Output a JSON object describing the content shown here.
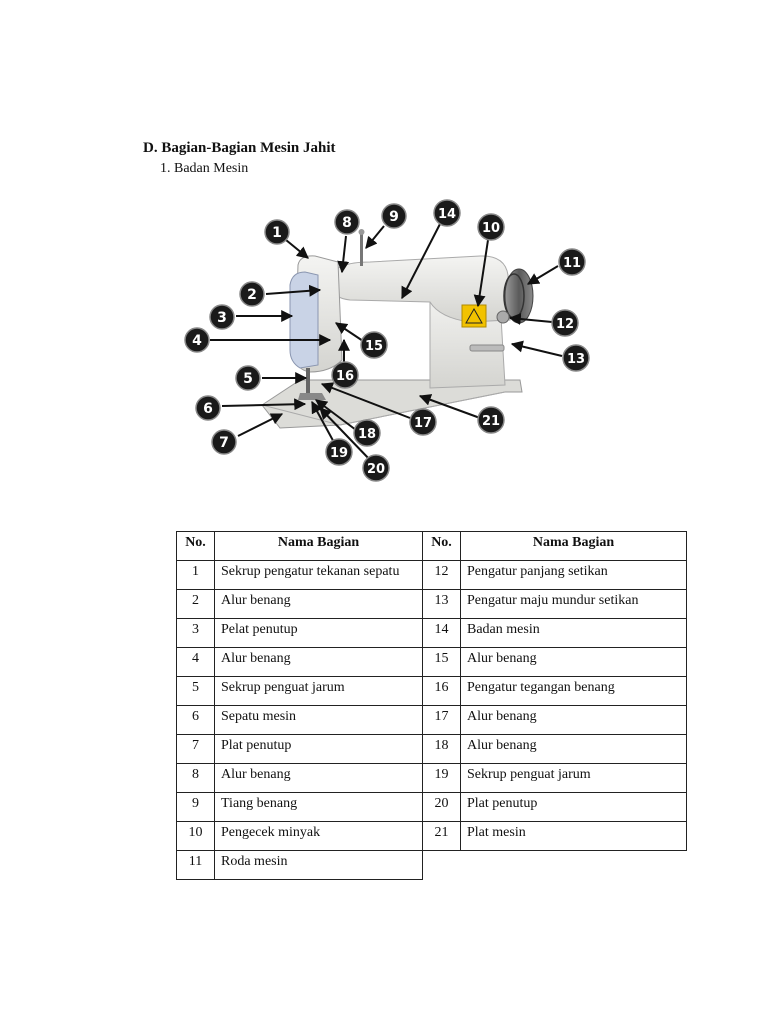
{
  "heading": "D. Bagian-Bagian Mesin Jahit",
  "subheading": "1.  Badan Mesin",
  "diagram": {
    "callouts": [
      "1",
      "2",
      "3",
      "4",
      "5",
      "6",
      "7",
      "8",
      "9",
      "10",
      "11",
      "12",
      "13",
      "14",
      "15",
      "16",
      "17",
      "18",
      "19",
      "20",
      "21"
    ]
  },
  "table": {
    "headers": {
      "no": "No.",
      "name": "Nama Bagian",
      "no2": "No.",
      "name2": "Nama Bagian"
    },
    "left": [
      {
        "no": "1",
        "name": "Sekrup pengatur tekanan sepatu"
      },
      {
        "no": "2",
        "name": "Alur benang"
      },
      {
        "no": "3",
        "name": "Pelat penutup"
      },
      {
        "no": "4",
        "name": "Alur benang"
      },
      {
        "no": "5",
        "name": "Sekrup penguat jarum"
      },
      {
        "no": "6",
        "name": "Sepatu mesin"
      },
      {
        "no": "7",
        "name": "Plat penutup"
      },
      {
        "no": "8",
        "name": "Alur benang"
      },
      {
        "no": "9",
        "name": "Tiang benang"
      },
      {
        "no": "10",
        "name": "Pengecek minyak"
      },
      {
        "no": "11",
        "name": "Roda mesin"
      }
    ],
    "right": [
      {
        "no": "12",
        "name": "Pengatur panjang setikan"
      },
      {
        "no": "13",
        "name": "Pengatur maju mundur setikan"
      },
      {
        "no": "14",
        "name": "Badan mesin"
      },
      {
        "no": "15",
        "name": "Alur benang"
      },
      {
        "no": "16",
        "name": "Pengatur tegangan benang"
      },
      {
        "no": "17",
        "name": "Alur benang"
      },
      {
        "no": "18",
        "name": "Alur benang"
      },
      {
        "no": "19",
        "name": "Sekrup penguat jarum"
      },
      {
        "no": "20",
        "name": "Plat penutup"
      },
      {
        "no": "21",
        "name": "Plat mesin"
      }
    ]
  }
}
